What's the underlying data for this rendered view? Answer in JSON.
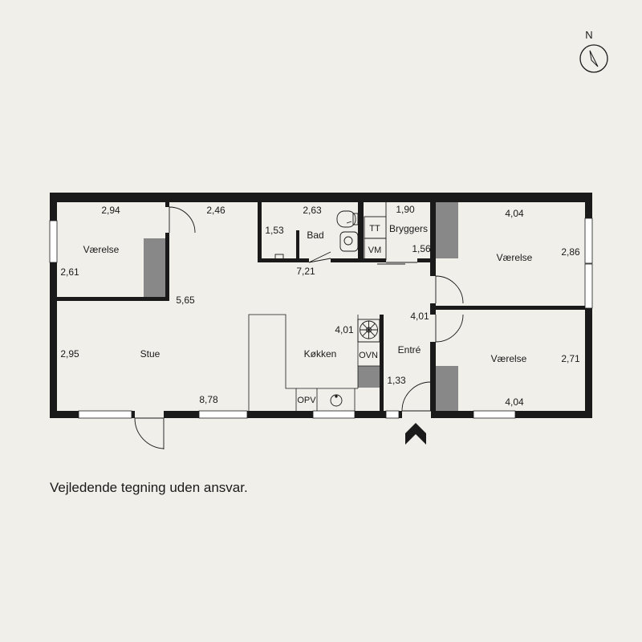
{
  "compass": {
    "north_label": "N",
    "icon": "compass-rose"
  },
  "rooms": {
    "vaerelse_nw": "Værelse",
    "stue": "Stue",
    "bad": "Bad",
    "bryggers": "Bryggers",
    "vaerelse_ne": "Værelse",
    "vaerelse_se": "Værelse",
    "koekken": "Køkken",
    "entre": "Entré"
  },
  "fixtures": {
    "tt": "TT",
    "vm": "VM",
    "ovn": "OVN",
    "opv": "OPV"
  },
  "dimensions": {
    "d_294": "2,94",
    "d_261": "2,61",
    "d_246": "2,46",
    "d_565": "5,65",
    "d_263": "2,63",
    "d_153": "1,53",
    "d_721": "7,21",
    "d_190": "1,90",
    "d_156": "1,56",
    "d_404_top": "4,04",
    "d_286": "2,86",
    "d_401_stair": "4,01",
    "d_401_hall": "4,01",
    "d_271": "2,71",
    "d_404_bottom": "4,04",
    "d_295": "2,95",
    "d_878": "8,78",
    "d_133": "1,33"
  },
  "entrance_icon": "entrance-arrow",
  "disclaimer": "Vejledende tegning uden ansvar."
}
